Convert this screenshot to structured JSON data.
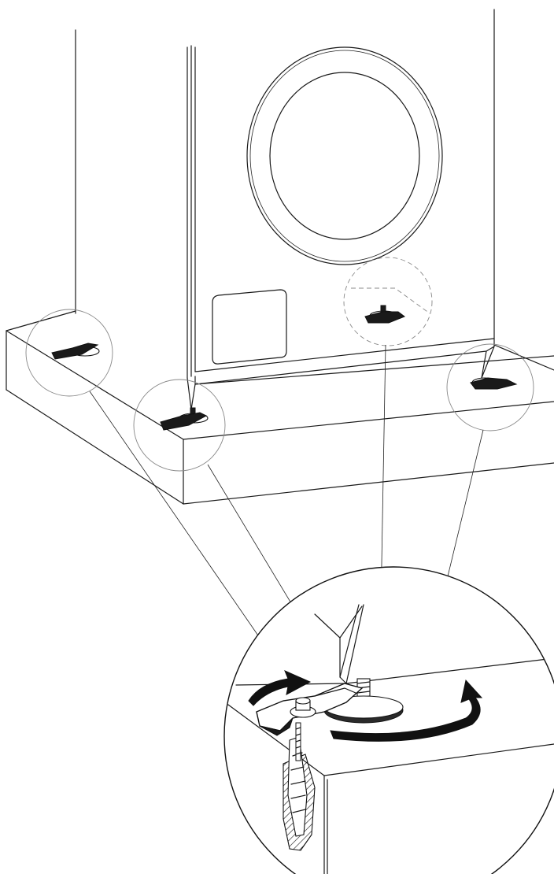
{
  "figure": {
    "type": "technical-illustration",
    "subject": "washing-machine-leveling-feet-anchoring",
    "parts": [
      "appliance-cabinet",
      "porthole-door",
      "service-panel",
      "plinth-platform",
      "leveling-foot",
      "anchor-bracket",
      "wall-plug",
      "screw"
    ],
    "detail_views": 5,
    "rotation_arrows": 2,
    "line_color": "#1a1a1a",
    "callout_color": "#888888",
    "background": "#ffffff"
  }
}
